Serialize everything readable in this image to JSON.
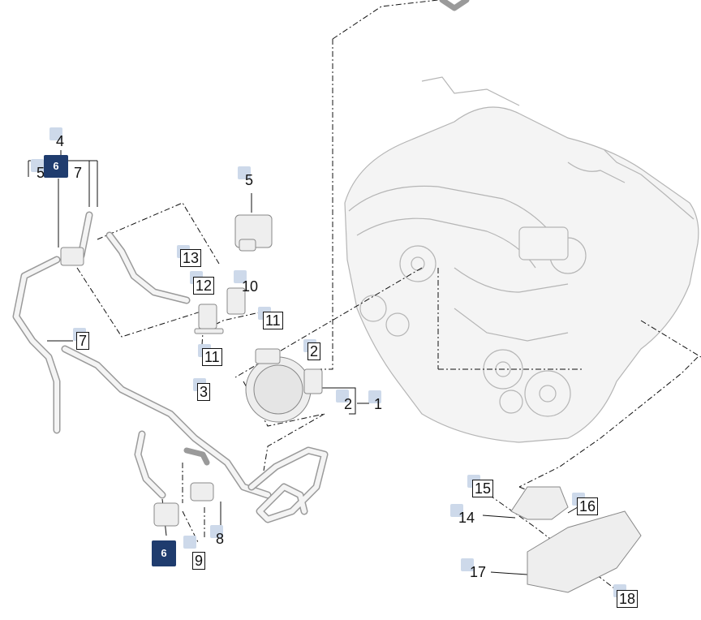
{
  "theme": {
    "active_marker": "#1f3c6e",
    "inactive_marker": "#cdd9ea",
    "line": "#111111",
    "part_fill": "#f2f2f2",
    "part_stroke": "#9a9a9a"
  },
  "callouts": [
    {
      "id": "c4",
      "label": "4"
    },
    {
      "id": "c5a",
      "label": "5"
    },
    {
      "id": "c6a",
      "label": "6"
    },
    {
      "id": "c7a",
      "label": "7"
    },
    {
      "id": "c5b",
      "label": "5"
    },
    {
      "id": "c13",
      "label": "13"
    },
    {
      "id": "c12",
      "label": "12"
    },
    {
      "id": "c10",
      "label": "10"
    },
    {
      "id": "c11a",
      "label": "11"
    },
    {
      "id": "c7b",
      "label": "7"
    },
    {
      "id": "c11b",
      "label": "11"
    },
    {
      "id": "c2a",
      "label": "2"
    },
    {
      "id": "c3",
      "label": "3"
    },
    {
      "id": "c2b",
      "label": "2"
    },
    {
      "id": "c1",
      "label": "1"
    },
    {
      "id": "c6b",
      "label": "6"
    },
    {
      "id": "c9",
      "label": "9"
    },
    {
      "id": "c8",
      "label": "8"
    },
    {
      "id": "c15",
      "label": "15"
    },
    {
      "id": "c16",
      "label": "16"
    },
    {
      "id": "c14",
      "label": "14"
    },
    {
      "id": "c17",
      "label": "17"
    },
    {
      "id": "c18",
      "label": "18"
    }
  ]
}
